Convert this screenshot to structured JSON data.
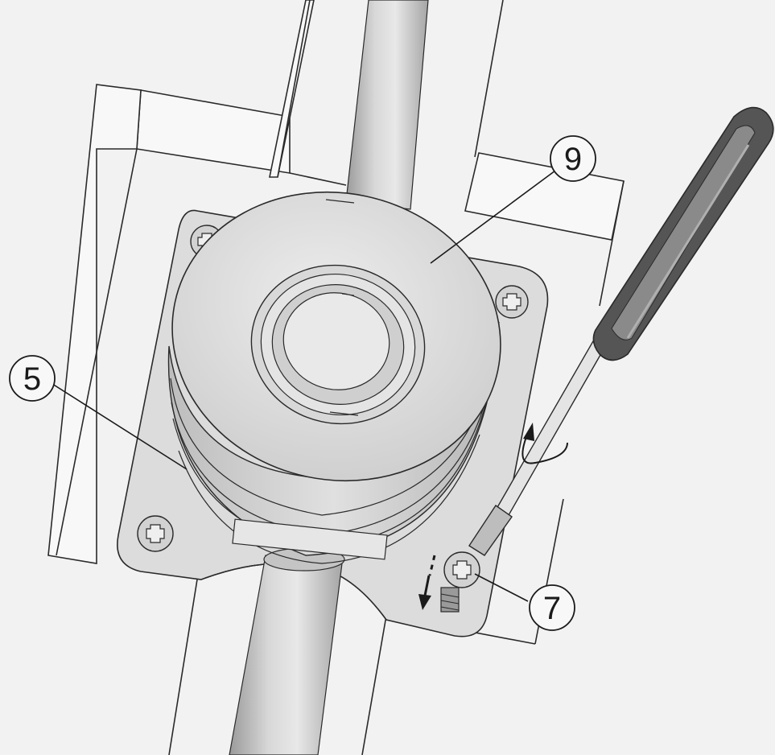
{
  "callouts": [
    {
      "id": "9",
      "label": "9"
    },
    {
      "id": "5",
      "label": "5"
    },
    {
      "id": "7",
      "label": "7"
    }
  ],
  "colors": {
    "background": "#f2f2f2",
    "panel": "#f8f8f8",
    "metal_light": "#e2e2e2",
    "metal_mid": "#cfcfcf",
    "metal_dark": "#a8a8a8",
    "outline": "#2a2a2a",
    "handle_dark": "#555555",
    "handle_light": "#8a8a8a"
  }
}
